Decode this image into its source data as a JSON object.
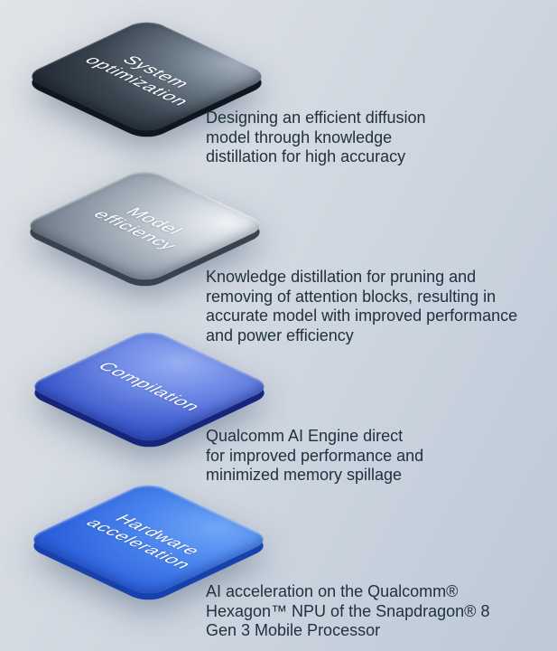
{
  "figure": {
    "background_top_left": "#e0e3e7",
    "background_bottom_right": "#bdc9d7",
    "description_text_color": "#203140",
    "chip_label_text_color": "#ffffff"
  },
  "items": [
    {
      "id": "system-optimization",
      "chip_label": "System\noptimization",
      "description": "Designing an efficient diffusion\nmodel through knowledge\ndistillation for high accuracy",
      "chip_colors": {
        "highlight": "#a8b4c2",
        "base": "#222b35",
        "side": "#10161d"
      }
    },
    {
      "id": "model-efficiency",
      "chip_label": "Model\nefficiency",
      "description": "Knowledge distillation for pruning and\nremoving of attention blocks, resulting in\naccurate model with improved performance\nand power efficiency",
      "chip_colors": {
        "highlight": "#eef1f5",
        "base": "#4c5762",
        "side": "#39434e"
      }
    },
    {
      "id": "compilation",
      "chip_label": "Compilation",
      "description": "Qualcomm AI Engine direct\nfor improved performance and\nminimized memory spillage",
      "chip_colors": {
        "highlight": "#97aef1",
        "base": "#2841b4",
        "side": "#16257c"
      }
    },
    {
      "id": "hardware-acceleration",
      "chip_label": "Hardware\nacceleration",
      "description": "AI acceleration on the Qualcomm®\nHexagon™ NPU of the Snapdragon® 8\nGen 3 Mobile Processor",
      "chip_colors": {
        "highlight": "#71a7f7",
        "base": "#1e4fcc",
        "side": "#1742ae"
      }
    }
  ]
}
